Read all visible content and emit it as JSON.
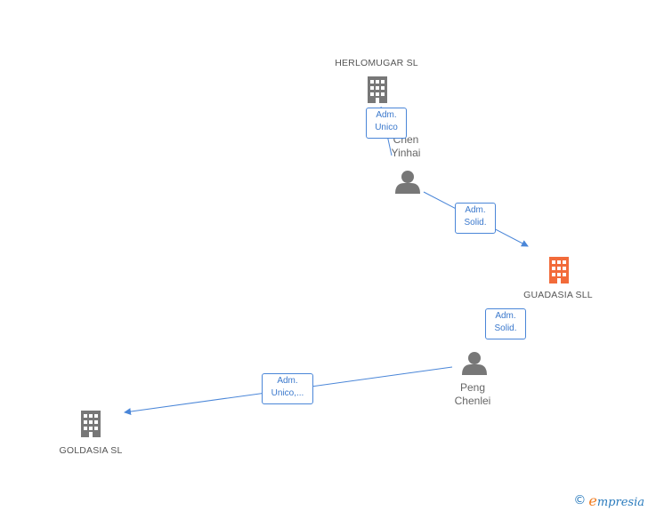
{
  "colors": {
    "company": "#777777",
    "focus_company": "#f26b3a",
    "person": "#777777",
    "edge": "#4a86d8"
  },
  "nodes": {
    "herlomugar": {
      "label": "HERLOMUGAR SL",
      "icon": "building-icon"
    },
    "chen": {
      "label_line1": "Chen",
      "label_line2": "Yinhai",
      "icon": "person-icon"
    },
    "guadasia": {
      "label": "GUADASIA SLL",
      "icon": "building-icon"
    },
    "peng": {
      "label_line1": "Peng",
      "label_line2": "Chenlei",
      "icon": "person-icon"
    },
    "goldasia": {
      "label": "GOLDASIA SL",
      "icon": "building-icon"
    }
  },
  "edges": {
    "chen_herlomugar": {
      "line1": "Adm.",
      "line2": "Unico"
    },
    "chen_guadasia": {
      "line1": "Adm.",
      "line2": "Solid."
    },
    "peng_guadasia": {
      "line1": "Adm.",
      "line2": "Solid."
    },
    "peng_goldasia": {
      "line1": "Adm.",
      "line2": "Unico,..."
    }
  },
  "brand": {
    "copyright": "©",
    "name_first": "e",
    "name_rest": "mpresia"
  }
}
